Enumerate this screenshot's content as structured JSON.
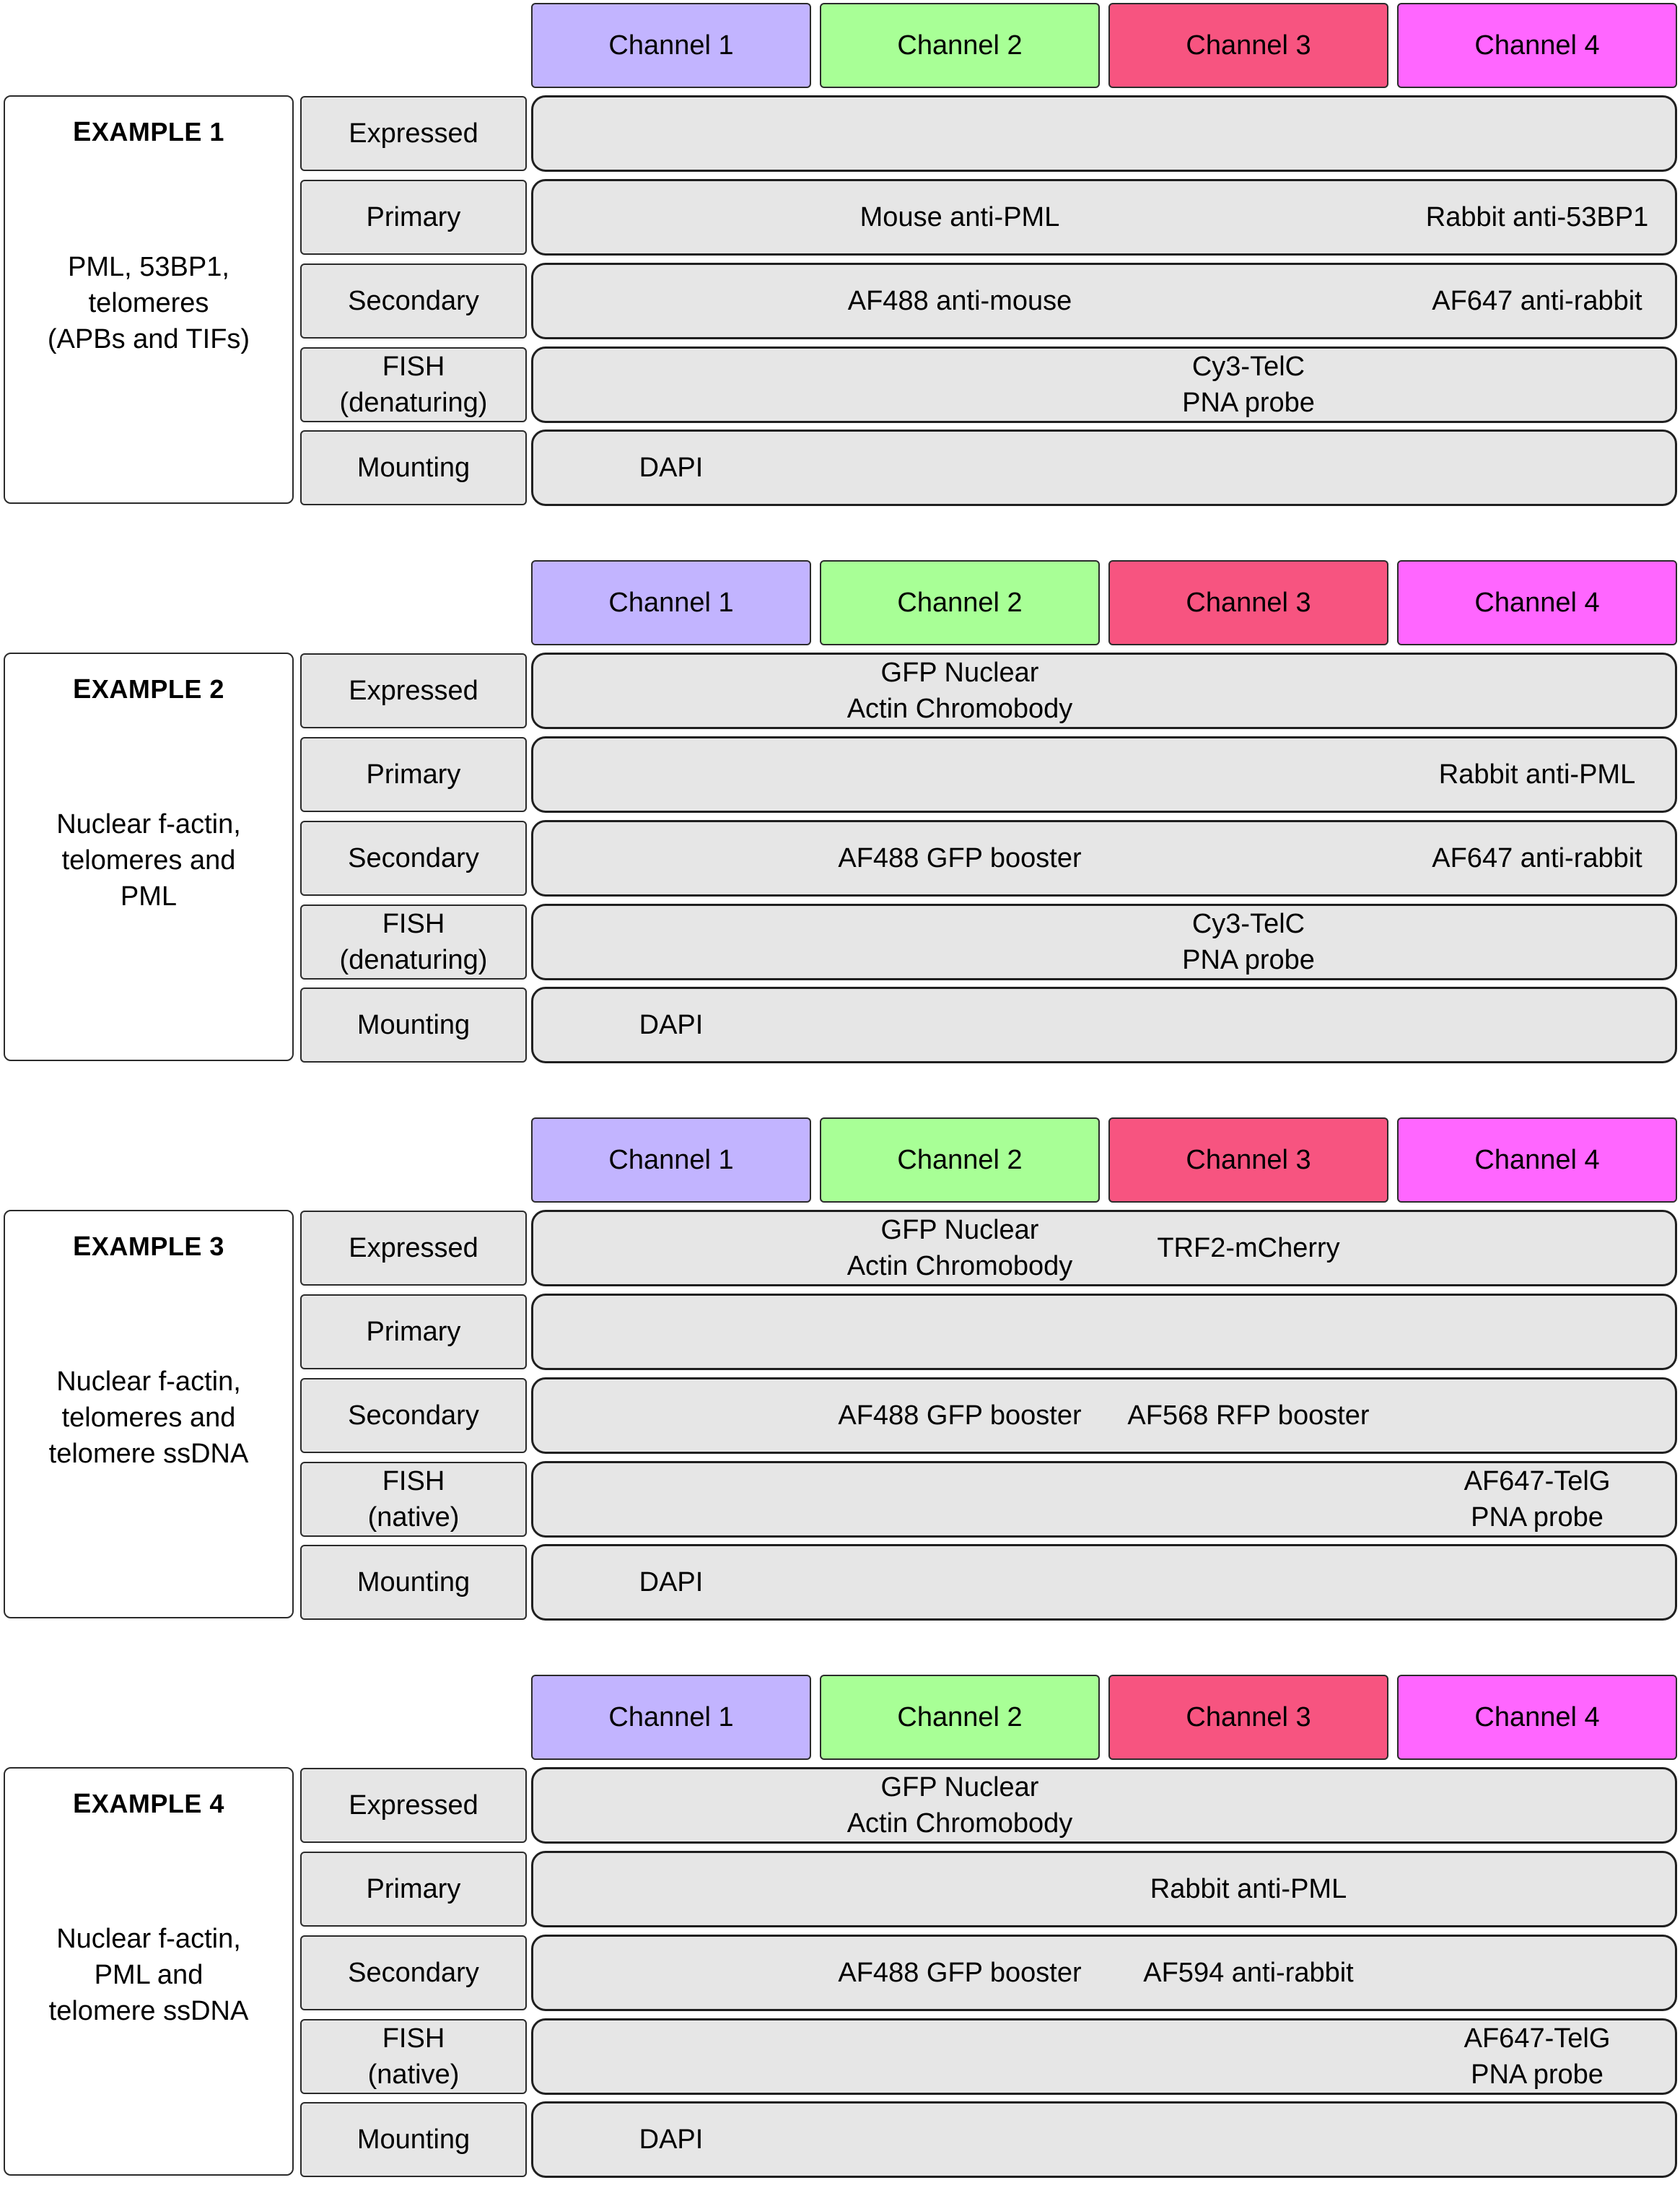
{
  "channels": [
    {
      "label": "Channel 1",
      "color": "#c2b4ff"
    },
    {
      "label": "Channel 2",
      "color": "#a8ff96"
    },
    {
      "label": "Channel 3",
      "color": "#f75480"
    },
    {
      "label": "Channel 4",
      "color": "#ff66ff"
    }
  ],
  "examples": [
    {
      "title_first": "E",
      "title_rest": "XAMPLE 1",
      "description": "PML, 53BP1,\ntelomeres\n(APBs and TIFs)",
      "rows": [
        {
          "step": "Expressed",
          "cells": [
            "",
            "",
            "",
            ""
          ]
        },
        {
          "step": "Primary",
          "cells": [
            "",
            "Mouse anti-PML",
            "",
            "Rabbit anti-53BP1"
          ]
        },
        {
          "step": "Secondary",
          "cells": [
            "",
            "AF488 anti-mouse",
            "",
            "AF647 anti-rabbit"
          ]
        },
        {
          "step": "FISH\n(denaturing)",
          "cells": [
            "",
            "",
            "Cy3-TelC\nPNA probe",
            ""
          ]
        },
        {
          "step": "Mounting",
          "cells": [
            "DAPI",
            "",
            "",
            ""
          ]
        }
      ]
    },
    {
      "title_first": "E",
      "title_rest": "XAMPLE 2",
      "description": "Nuclear f-actin,\ntelomeres and\nPML",
      "rows": [
        {
          "step": "Expressed",
          "cells": [
            "",
            "GFP Nuclear\nActin Chromobody",
            "",
            ""
          ]
        },
        {
          "step": "Primary",
          "cells": [
            "",
            "",
            "",
            "Rabbit anti-PML"
          ]
        },
        {
          "step": "Secondary",
          "cells": [
            "",
            "AF488 GFP booster",
            "",
            "AF647 anti-rabbit"
          ]
        },
        {
          "step": "FISH\n(denaturing)",
          "cells": [
            "",
            "",
            "Cy3-TelC\nPNA probe",
            ""
          ]
        },
        {
          "step": "Mounting",
          "cells": [
            "DAPI",
            "",
            "",
            ""
          ]
        }
      ]
    },
    {
      "title_first": "E",
      "title_rest": "XAMPLE 3",
      "description": "Nuclear f-actin,\ntelomeres and\ntelomere ssDNA",
      "rows": [
        {
          "step": "Expressed",
          "cells": [
            "",
            "GFP Nuclear\nActin Chromobody",
            "TRF2-mCherry",
            ""
          ]
        },
        {
          "step": "Primary",
          "cells": [
            "",
            "",
            "",
            ""
          ]
        },
        {
          "step": "Secondary",
          "cells": [
            "",
            "AF488 GFP booster",
            "AF568 RFP booster",
            ""
          ]
        },
        {
          "step": "FISH\n(native)",
          "cells": [
            "",
            "",
            "",
            "AF647-TelG\nPNA probe"
          ]
        },
        {
          "step": "Mounting",
          "cells": [
            "DAPI",
            "",
            "",
            ""
          ]
        }
      ]
    },
    {
      "title_first": "E",
      "title_rest": "XAMPLE 4",
      "description": "Nuclear f-actin,\nPML and\ntelomere ssDNA",
      "rows": [
        {
          "step": "Expressed",
          "cells": [
            "",
            "GFP Nuclear\nActin Chromobody",
            "",
            ""
          ]
        },
        {
          "step": "Primary",
          "cells": [
            "",
            "",
            "Rabbit anti-PML",
            ""
          ]
        },
        {
          "step": "Secondary",
          "cells": [
            "",
            "AF488 GFP booster",
            "AF594 anti-rabbit",
            ""
          ]
        },
        {
          "step": "FISH\n(native)",
          "cells": [
            "",
            "",
            "",
            "AF647-TelG\nPNA probe"
          ]
        },
        {
          "step": "Mounting",
          "cells": [
            "DAPI",
            "",
            "",
            ""
          ]
        }
      ]
    }
  ]
}
